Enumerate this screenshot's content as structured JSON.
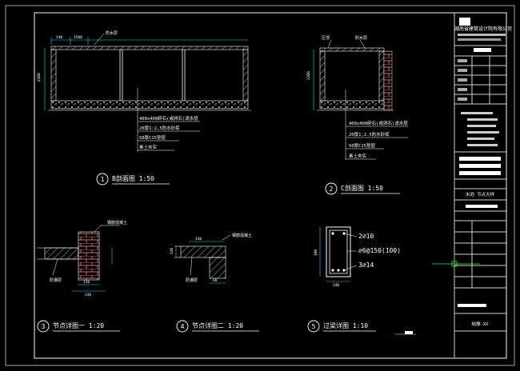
{
  "colors": {
    "background": "#000000",
    "line": "#ffffff",
    "dimension": "#00e5ff",
    "label": "#ffd84a",
    "callout": "#45e645",
    "frame": "#c8c8c8"
  },
  "title_block": {
    "company": "湖南省建筑设计院有限公司",
    "drawing_name": "水池 节点大样",
    "sheet_code": "结施-XX"
  },
  "views": {
    "section_b": {
      "number": "1",
      "title": "B剖面图  1:50",
      "top_label": "防水层",
      "height_dim": "2200",
      "top_dims": [
        "240",
        "1500"
      ],
      "layers": [
        "400x400碎石(或卵石)滤水层",
        "20厚1:2.5防水砂浆",
        "50厚C15垫层",
        "素土夯实"
      ]
    },
    "section_c": {
      "number": "2",
      "title": "C剖面图  1:50",
      "top_labels": [
        "压顶",
        "防水层"
      ],
      "layers": [
        "400x400碎石(或卵石)滤水层",
        "20厚1:2.5防水砂浆",
        "50厚C15垫层",
        "素土夯实"
      ]
    },
    "detail_1": {
      "number": "3",
      "title": "节点详图一  1:20",
      "labels": [
        "钢筋混凝土",
        "防潮层"
      ],
      "dims": [
        "120",
        "240"
      ]
    },
    "detail_2": {
      "number": "4",
      "title": "节点详图二  1:20",
      "labels": [
        "钢筋混凝土",
        "防潮层"
      ],
      "dims": [
        "240",
        "120",
        "60"
      ]
    },
    "detail_beam": {
      "number": "5",
      "title": "过梁详图  1:10",
      "rebar": [
        "2⌀10",
        "⌀6@150(100)",
        "3⌀14"
      ],
      "dims": [
        "240",
        "180"
      ]
    }
  }
}
